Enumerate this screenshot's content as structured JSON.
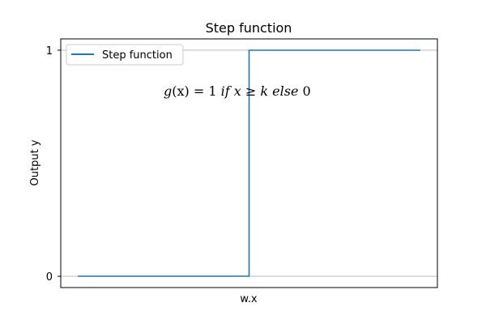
{
  "chart_data": {
    "type": "line",
    "title": "Step function",
    "xlabel": "w.x",
    "ylabel": "Output y",
    "yticks": [
      0,
      1
    ],
    "ylim": [
      -0.05,
      1.05
    ],
    "xlim": [
      -0.05,
      1.05
    ],
    "grid": "y-only",
    "legend_position": "top-left",
    "series": [
      {
        "name": "Step function",
        "color": "#1f77b4",
        "x": [
          0,
          0.5,
          0.5,
          1
        ],
        "y": [
          0,
          0,
          1,
          1
        ]
      }
    ],
    "annotation": {
      "g": "g",
      "x_paren": "(x)",
      "eq": " = 1 ",
      "if": "if",
      "x": "x",
      "ge": " ≥ ",
      "k": "k",
      "else": "else",
      "zero": " 0"
    }
  }
}
